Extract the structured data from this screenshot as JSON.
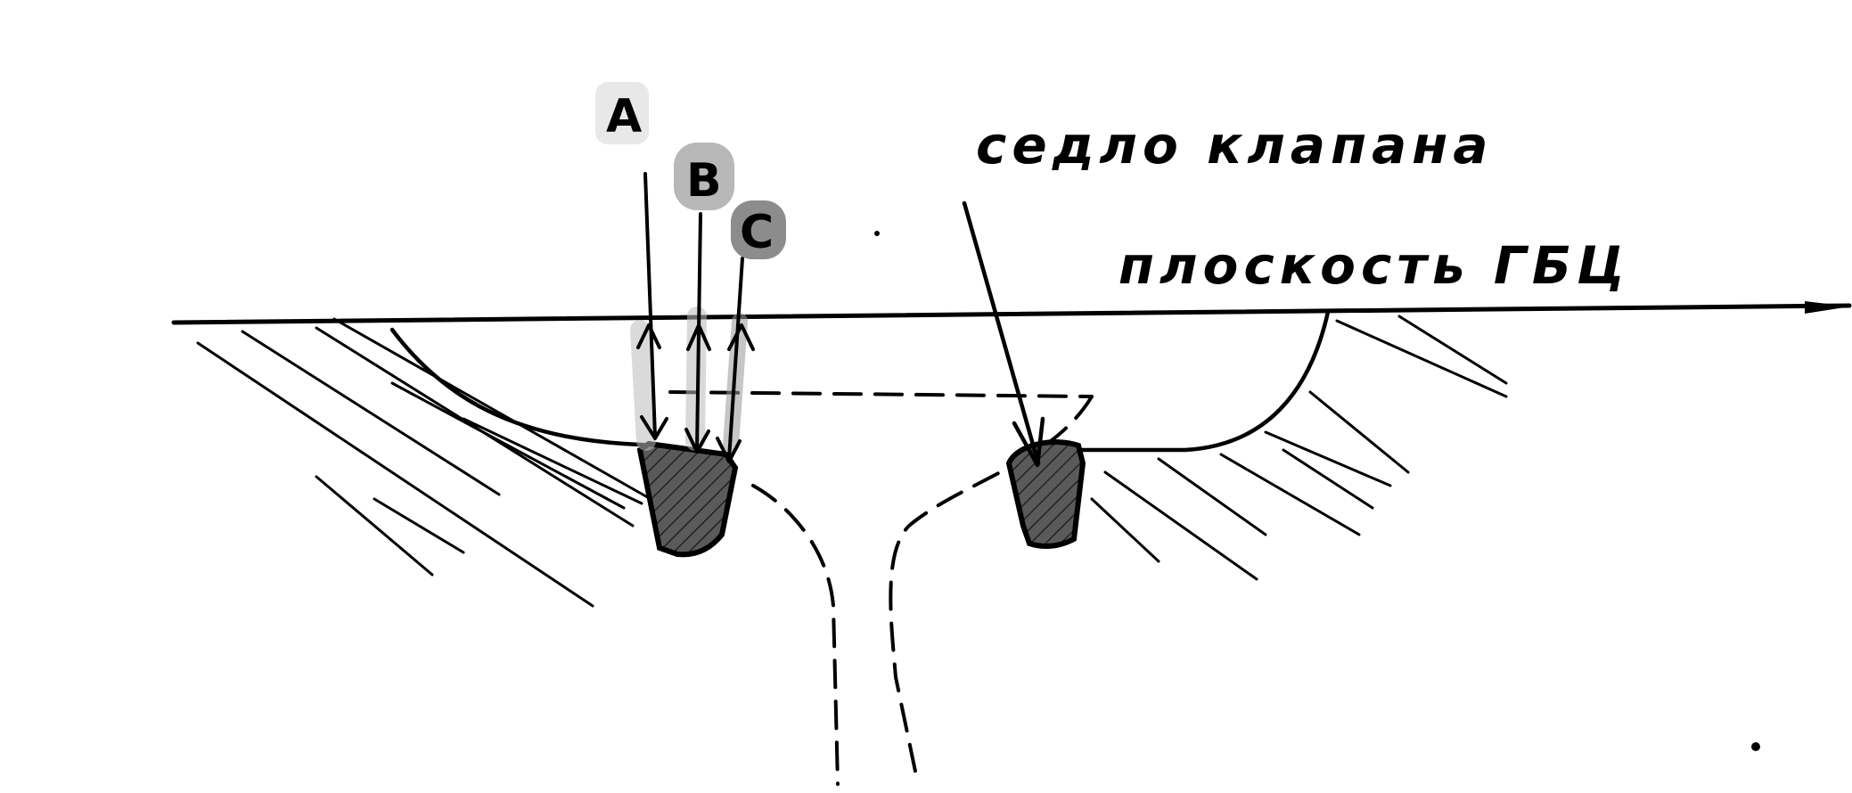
{
  "labels": {
    "A": "A",
    "B": "B",
    "C": "C",
    "seat": "седло клапана",
    "plane": "плоскость ГБЦ"
  },
  "colors": {
    "ink": "#000000",
    "tag_a": "#e8e8e8",
    "tag_b": "#b8b8b8",
    "tag_c": "#8c8c8c",
    "seat_fill": "#555555",
    "highlight": "#bbbbbb"
  }
}
